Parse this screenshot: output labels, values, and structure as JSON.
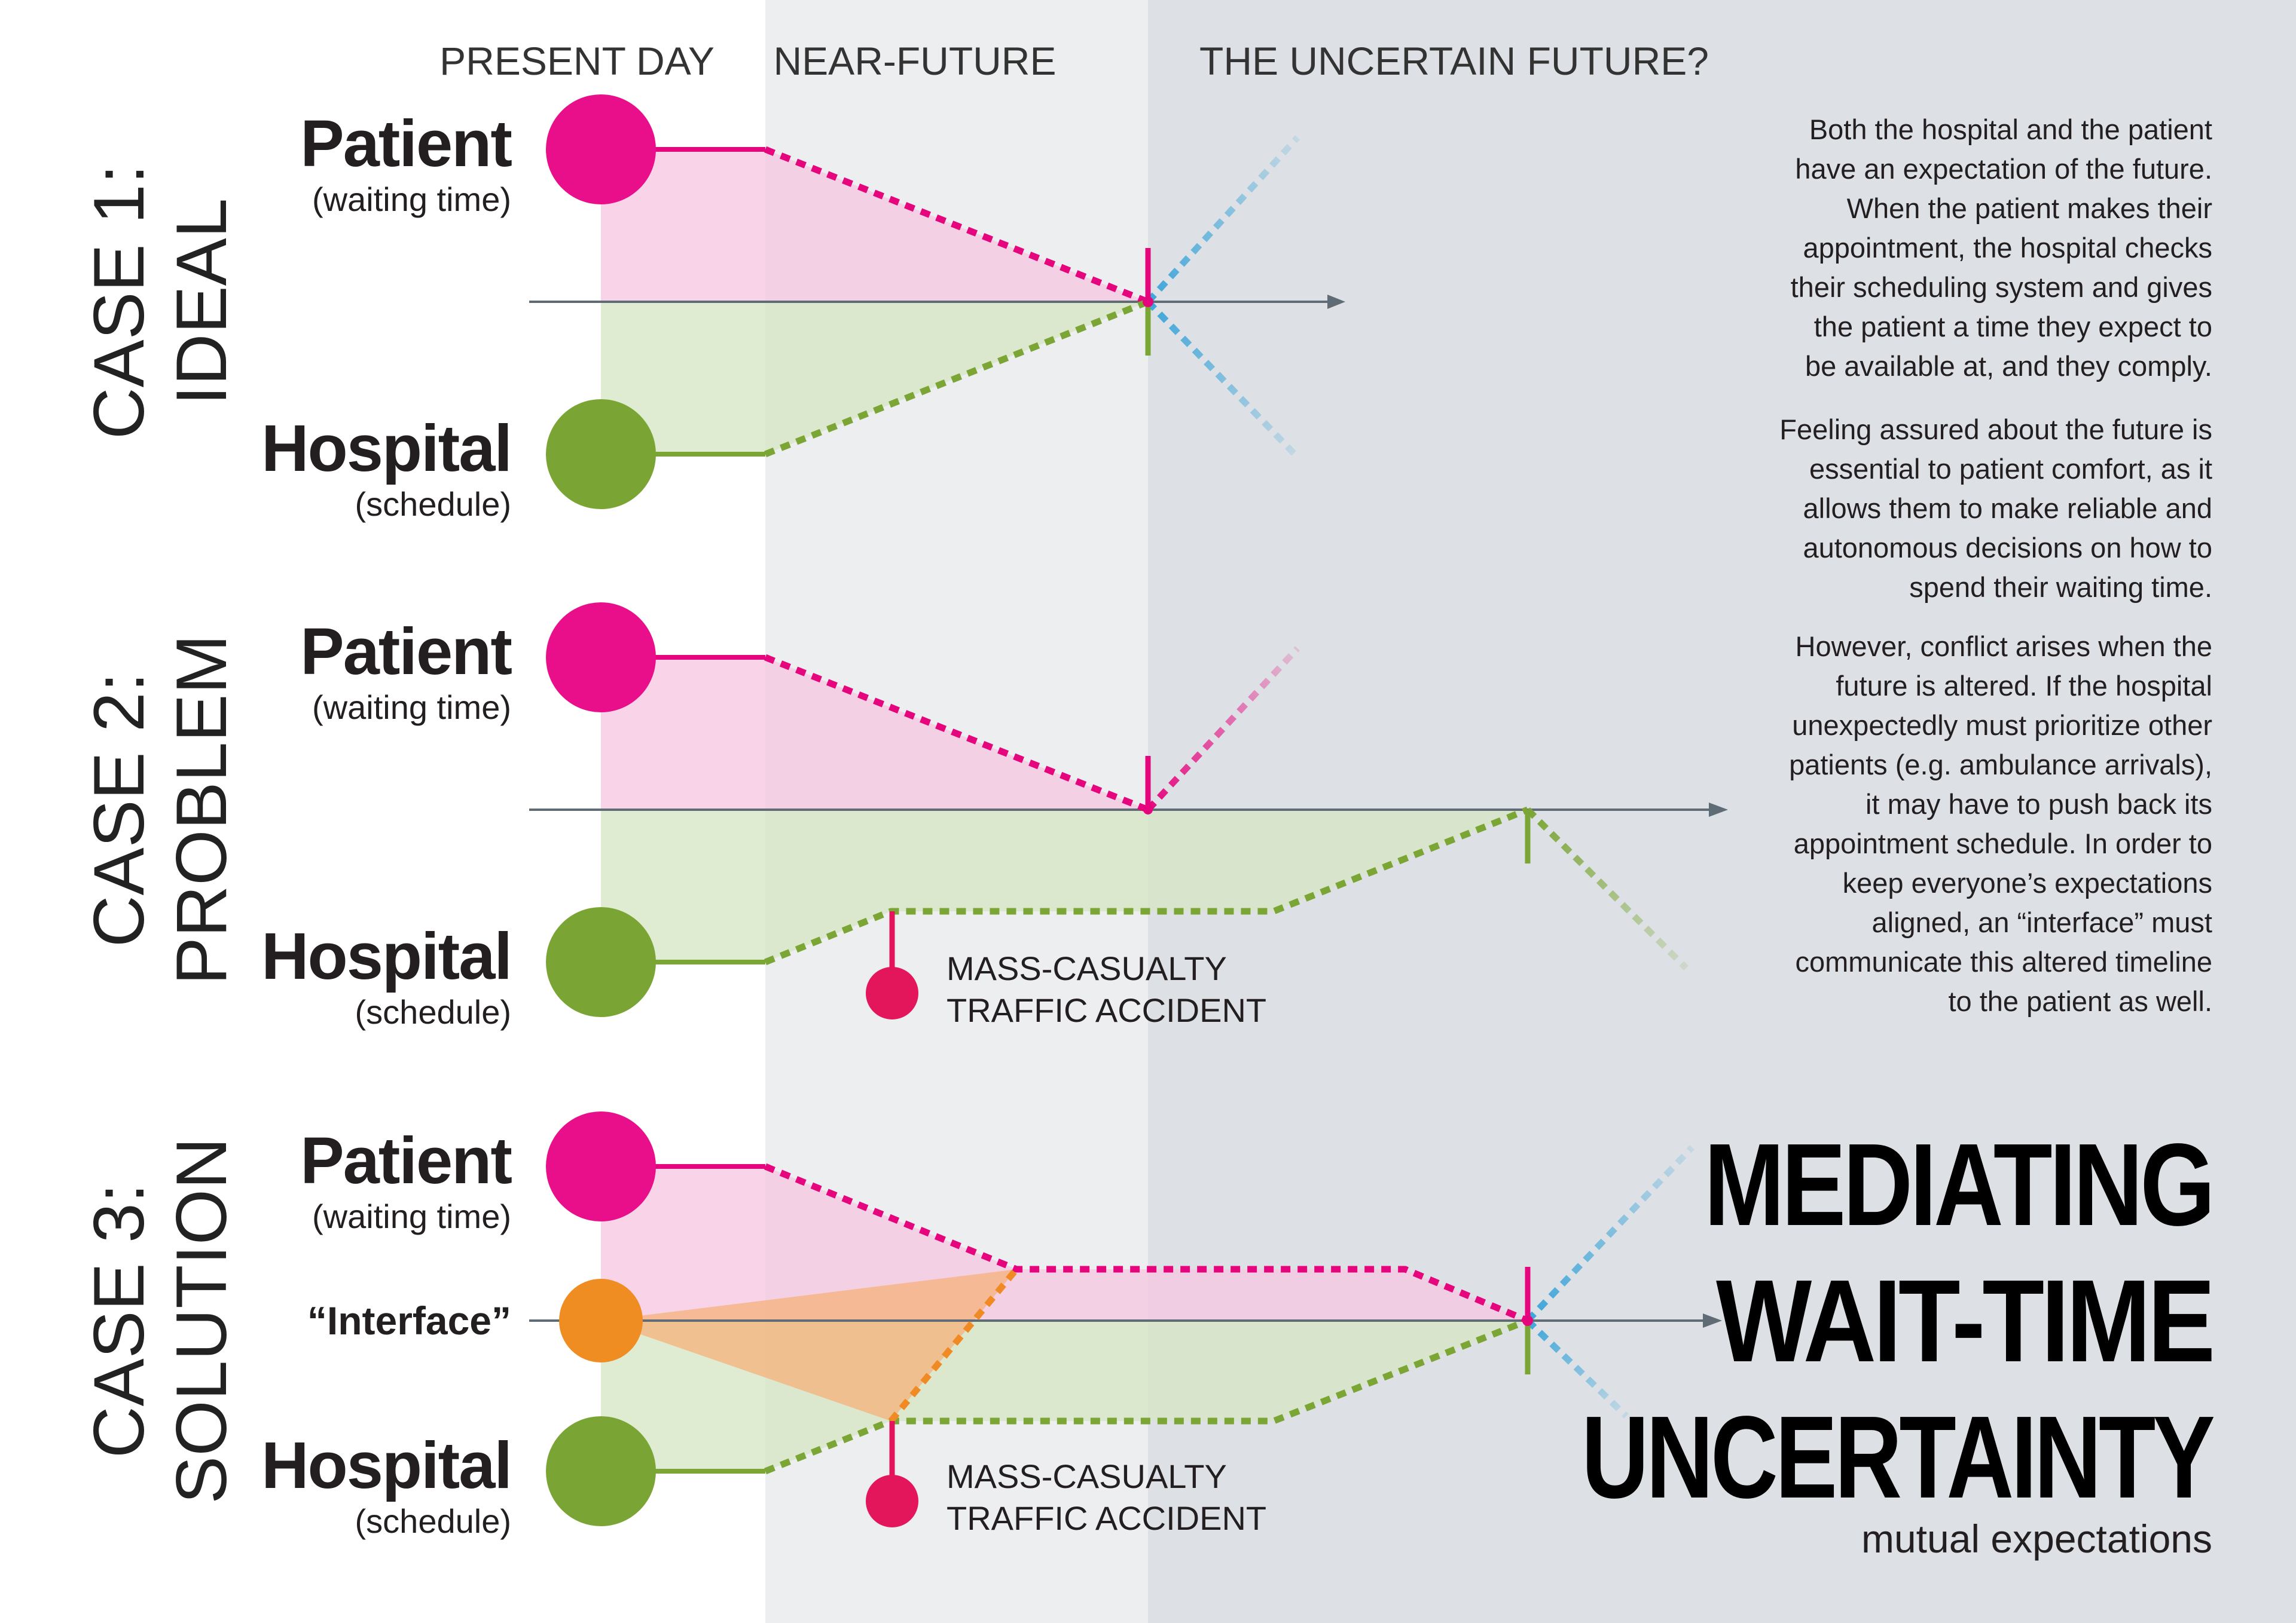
{
  "periods": {
    "present": "PRESENT DAY",
    "near": "NEAR-FUTURE",
    "uncertain": "THE UNCERTAIN FUTURE?"
  },
  "cases": [
    {
      "label_line1": "CASE 1:",
      "label_line2": "IDEAL"
    },
    {
      "label_line1": "CASE 2:",
      "label_line2": "PROBLEM"
    },
    {
      "label_line1": "CASE 3:",
      "label_line2": "SOLUTION"
    }
  ],
  "actors": {
    "patient_name": "Patient",
    "patient_sub": "(waiting time)",
    "hospital_name": "Hospital",
    "hospital_sub": "(schedule)",
    "interface_name": "“Interface”"
  },
  "event": {
    "line1": "MASS-CASUALTY",
    "line2": "TRAFFIC ACCIDENT"
  },
  "paragraphs": [
    [
      "Both the hospital and the patient",
      "have an expectation of the future.",
      "When the patient makes their",
      "appointment, the hospital checks",
      "their scheduling system and gives",
      "the patient a time they expect to",
      "be available at, and they comply."
    ],
    [
      "Feeling assured about the future is",
      "essential to patient comfort, as it",
      "allows them to make reliable and",
      "autonomous decisions on how to",
      "spend their waiting time."
    ],
    [
      "However, conflict arises when the",
      "future is altered. If the hospital",
      "unexpectedly must prioritize other",
      "patients (e.g. ambulance arrivals),",
      "it may have to push back its",
      "appointment schedule. In order to",
      "keep everyone’s expectations",
      "aligned, an “interface” must",
      "communicate this altered timeline",
      "to the patient as well."
    ]
  ],
  "title": {
    "line1": "MEDIATING",
    "line2": "WAIT-TIME",
    "line3": "UNCERTAINTY",
    "subtitle": "mutual expectations"
  },
  "colors": {
    "patient": "#e90f8a",
    "hospital": "#7aa535",
    "interface": "#ef8c22",
    "event": "#e3165c",
    "projection": "#3da5d9"
  }
}
